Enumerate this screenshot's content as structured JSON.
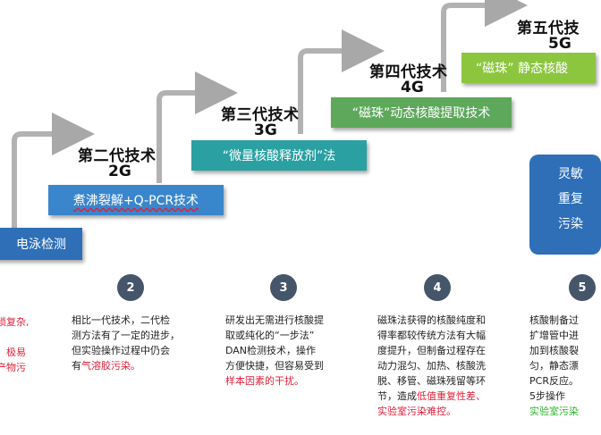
{
  "generations": [
    {
      "id": "1",
      "title": "",
      "label": "",
      "tech": "电泳检测"
    },
    {
      "id": "2",
      "title": "第二代技术",
      "label": "2G",
      "tech": "煮沸裂解+Q-PCR技术"
    },
    {
      "id": "3",
      "title": "第三代技术",
      "label": "3G",
      "tech": "“微量核酸释放剂”法"
    },
    {
      "id": "4",
      "title": "第四代技术",
      "label": "4G",
      "tech": "“磁珠”动态核酸提取技术"
    },
    {
      "id": "5",
      "title": "第五代技",
      "label": "5G",
      "tech": "“磁珠” 静态核酸"
    }
  ],
  "side_box": {
    "lines": [
      "灵敏",
      "重复",
      "污染"
    ]
  },
  "steps": [
    {
      "number": "",
      "lines": [
        "琐复杂,",
        "，极易",
        "产物污"
      ]
    },
    {
      "number": "2",
      "lines": [
        "相比一代技术，二代检",
        "测方法有了一定的进步，",
        "但实验操作过程中仍会",
        "有",
        "气溶胶污染。"
      ]
    },
    {
      "number": "3",
      "lines": [
        "研发出无需进行核酸提",
        "取或纯化的“一步法”",
        "DAN检测技术，操作",
        "方便快捷，但容易受到",
        "样本因素的干扰。"
      ]
    },
    {
      "number": "4",
      "lines": [
        "磁珠法获得的核酸纯度和",
        "得率都较传统方法有大幅",
        "度提升，但制备过程存在",
        "动力混匀、加热、核酸洗",
        "脱、移管、磁珠残留等环",
        "节，造成",
        "低值重复性差、",
        "实验室污染难控。"
      ]
    },
    {
      "number": "5",
      "lines": [
        "核酸制备过",
        "扩增管中进",
        "加到核酸裂",
        "匀，静态漂",
        "PCR反应。",
        "5步操作",
        "实验室污染"
      ]
    }
  ],
  "colors": {
    "gen1": "#2e6fb8",
    "gen2": "#3a86cc",
    "gen3": "#2aa0a2",
    "gen4": "#5ea85c",
    "gen5": "#8cc63f",
    "circle": "#45556a",
    "highlight_red": "#e0203a",
    "highlight_green": "#2bb52b"
  }
}
